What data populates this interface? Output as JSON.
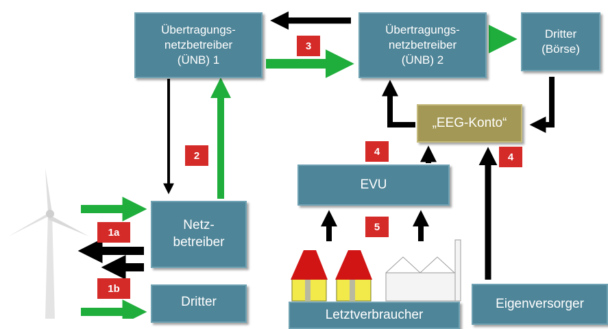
{
  "boxes": {
    "unb1": "Übertragungs-\nnetzbetreiber\n(ÜNB) 1",
    "unb2": "Übertragungs-\nnetzbetreiber\n(ÜNB) 2",
    "dritter_boerse": "Dritter\n(Börse)",
    "eeg_konto": "„EEG-Konto“",
    "evu": "EVU",
    "netzbetreiber": "Netz-\nbetreiber",
    "dritter": "Dritter",
    "letztverbraucher": "Letztverbraucher",
    "eigenversorger": "Eigenversorger"
  },
  "badges": {
    "b1a": "1a",
    "b1b": "1b",
    "b2": "2",
    "b3": "3",
    "b4_left": "4",
    "b4_right": "4",
    "b5": "5"
  },
  "colors": {
    "box": "#4f8598",
    "konto": "#a39855",
    "badge": "#d42a28",
    "green_arrow": "#1fae3c",
    "black_arrow": "#000000",
    "house_roof": "#d11414",
    "house_wall": "#f2ea4a"
  },
  "icons": [
    "wind-turbine-icon",
    "house-icon",
    "house-icon",
    "factory-icon"
  ]
}
